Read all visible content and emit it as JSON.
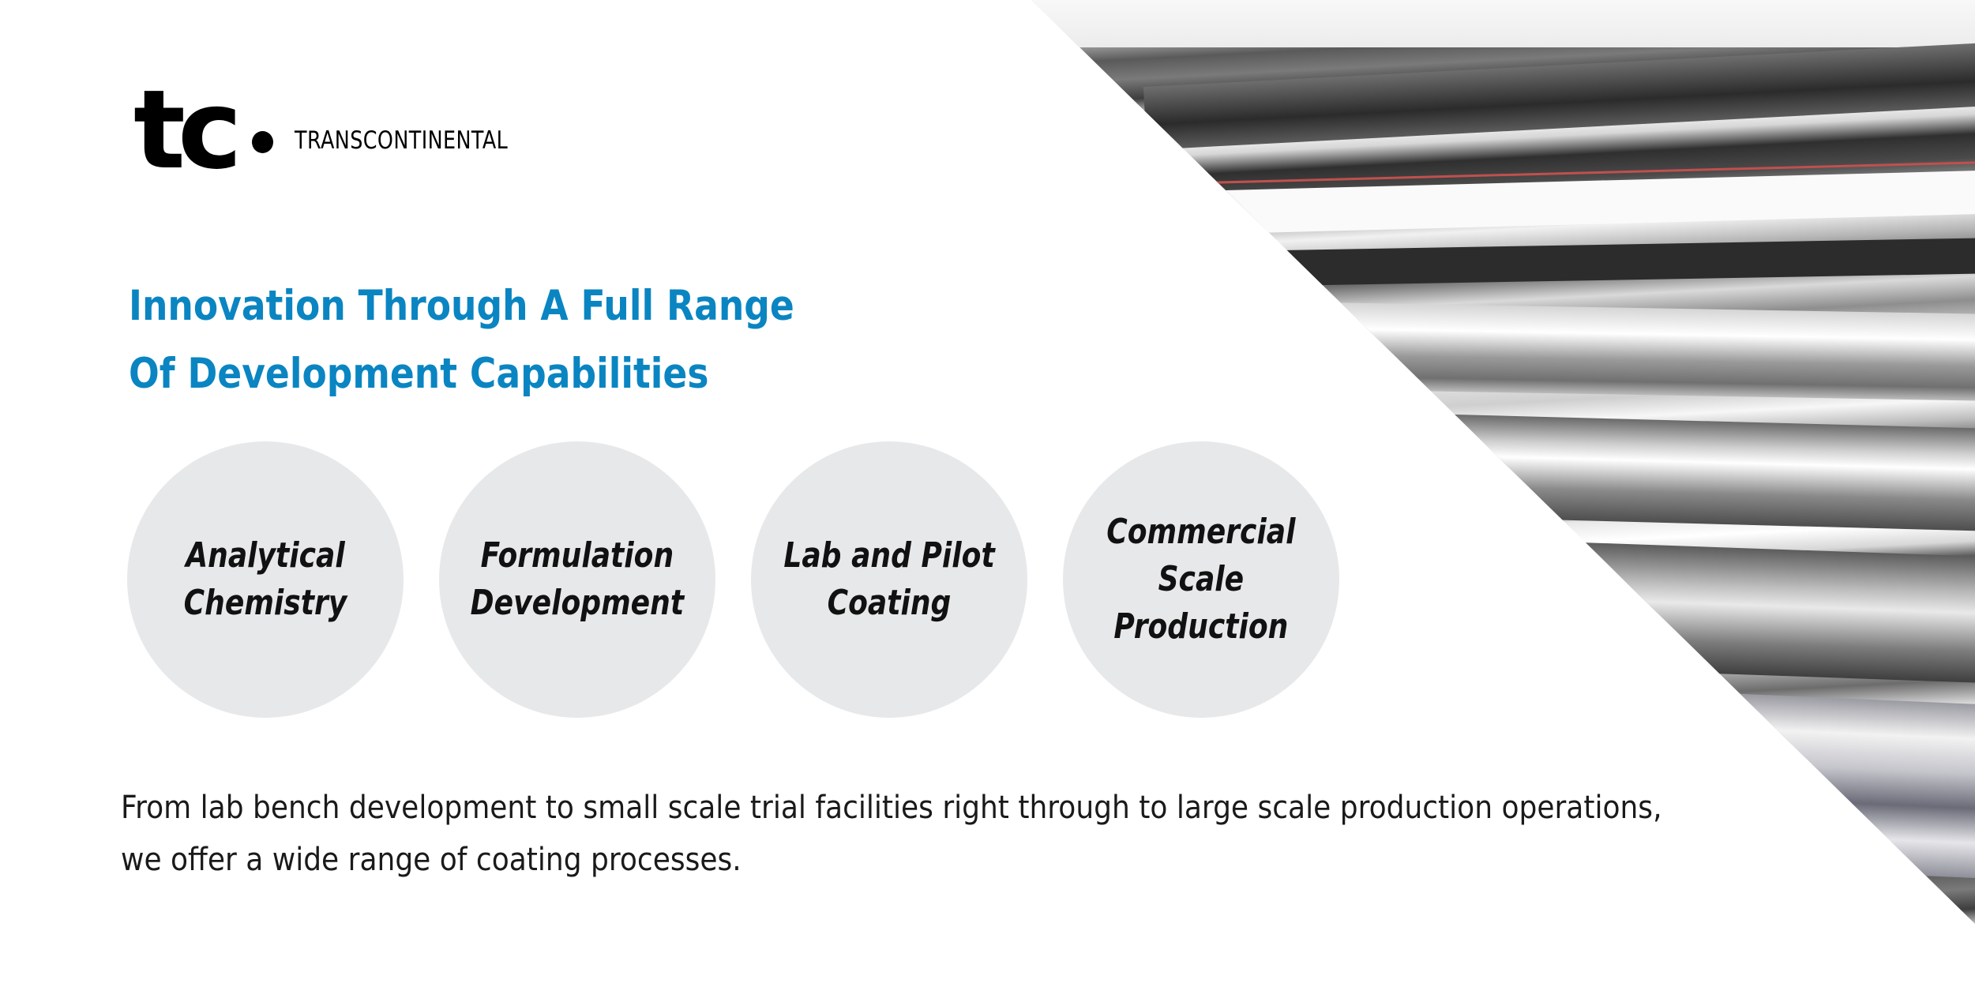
{
  "brand": {
    "monogram": "tc",
    "name": "TRANSCONTINENTAL"
  },
  "headline": {
    "line1": "Innovation Through A Full Range",
    "line2": "Of Development Capabilities",
    "color": "#0a85c2"
  },
  "capabilities": [
    {
      "label": "Analytical\nChemistry"
    },
    {
      "label": "Formulation\nDevelopment"
    },
    {
      "label": "Lab and Pilot\nCoating"
    },
    {
      "label": "Commercial\nScale\nProduction"
    }
  ],
  "description": "From lab bench development to small scale trial facilities right through to large scale production operations, we offer a wide range of coating processes.",
  "image": {
    "subject": "industrial-coating-rollers-photo"
  },
  "colors": {
    "circle_fill": "#e7e8ea",
    "background": "#ffffff"
  }
}
